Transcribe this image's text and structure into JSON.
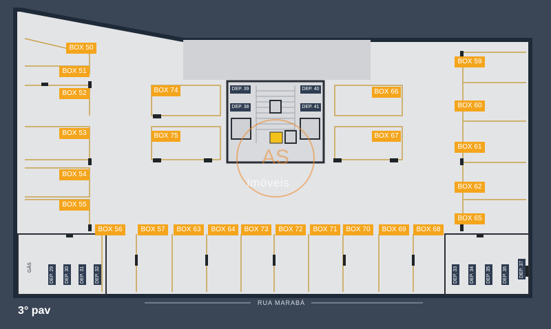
{
  "boxes": {
    "b50": "BOX 50",
    "b51": "BOX 51",
    "b52": "BOX 52",
    "b53": "BOX 53",
    "b54": "BOX 54",
    "b55": "BOX 55",
    "b56": "BOX 56",
    "b57": "BOX 57",
    "b63": "BOX 63",
    "b64": "BOX 64",
    "b73": "BOX 73",
    "b72": "BOX 72",
    "b71": "BOX 71",
    "b70": "BOX 70",
    "b69": "BOX 69",
    "b68": "BOX 68",
    "b74": "BOX 74",
    "b75": "BOX 75",
    "b66": "BOX 66",
    "b67": "BOX 67",
    "b59": "BOX 59",
    "b60": "BOX 60",
    "b61": "BOX 61",
    "b62": "BOX 62",
    "b65": "BOX 65"
  },
  "deposits": {
    "d39": "DEP. 39",
    "d38": "DEP. 38",
    "d40": "DEP. 40",
    "d41": "DEP. 41",
    "d29": "DEP. 29",
    "d30": "DEP. 30",
    "d31": "DEP. 31",
    "d32": "DEP. 32",
    "d33": "DEP. 33",
    "d34": "DEP. 34",
    "d35": "DEP. 35",
    "d36": "DEP. 36",
    "d37": "DEP. 37"
  },
  "gas_label": "GÁS",
  "street_label": "RUA MARABÁ",
  "floor_label": "3° pav",
  "watermark": {
    "monogram": "AS",
    "text": "Imóveis"
  },
  "colors": {
    "background": "#3a4556",
    "floor": "#e3e4e6",
    "box_label": "#f4a51c",
    "deposit_label": "#2f3d52",
    "parking_line": "#c8a24a",
    "watermark": "#f08a2a"
  },
  "icons": {
    "elevators": "elevator-icon",
    "accessibility": "accessibility-icon"
  }
}
